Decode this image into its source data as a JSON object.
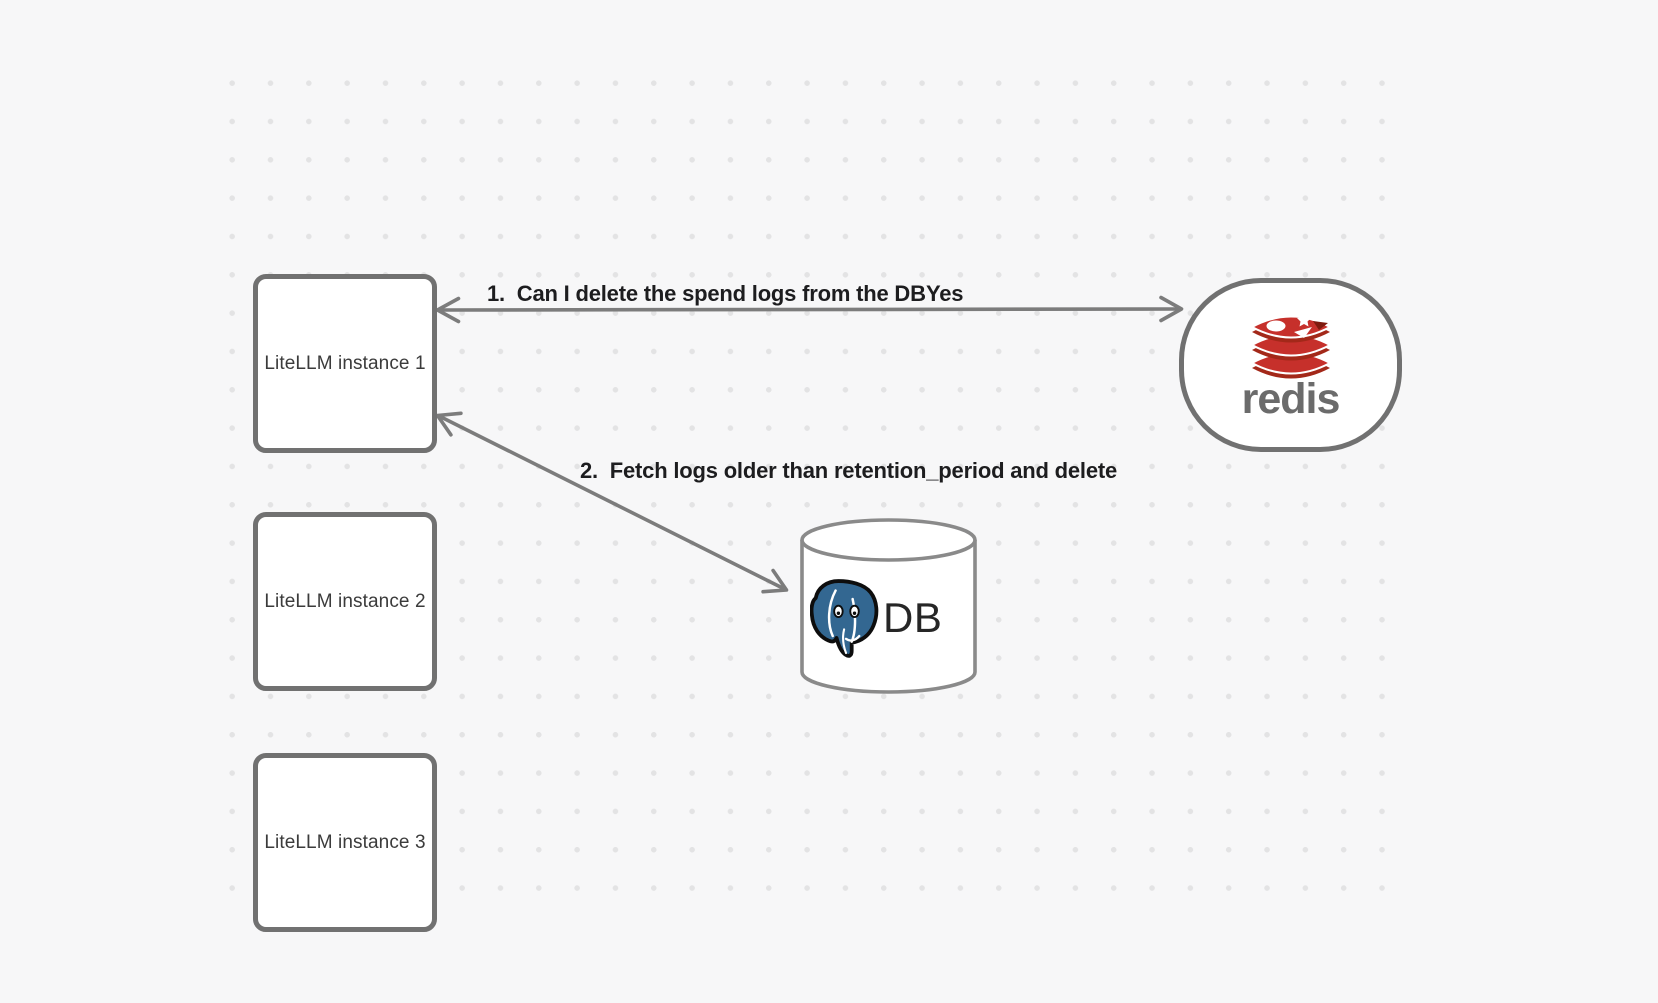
{
  "canvas": {
    "background_color": "#f7f7f8",
    "dot_color": "#e3e3e4"
  },
  "nodes": {
    "instances": [
      {
        "label": "LiteLLM instance 1"
      },
      {
        "label": "LiteLLM instance 2"
      },
      {
        "label": "LiteLLM instance 3"
      }
    ],
    "redis": {
      "label": "redis",
      "logo": "redis-stacked-cube-logo",
      "brand_red": "#C6302B",
      "brand_dark_red": "#A32819",
      "wordmark_color": "#6b6b6b"
    },
    "db": {
      "label": "DB",
      "logo": "postgresql-elephant-logo",
      "elephant_blue": "#336791"
    }
  },
  "edges": [
    {
      "label": "1.  Can I delete the spend logs from the DB",
      "response": "Yes",
      "from": "redis",
      "to": "LiteLLM instance 1"
    },
    {
      "label": "2.  Fetch logs older than retention_period and delete",
      "from": "LiteLLM instance 1",
      "to": "DB"
    }
  ],
  "colors": {
    "node_border_gray": "#717171",
    "arrow_gray": "#7c7c7c",
    "cylinder_gray": "#8a8a8a",
    "label_text": "#1d1d1f"
  }
}
